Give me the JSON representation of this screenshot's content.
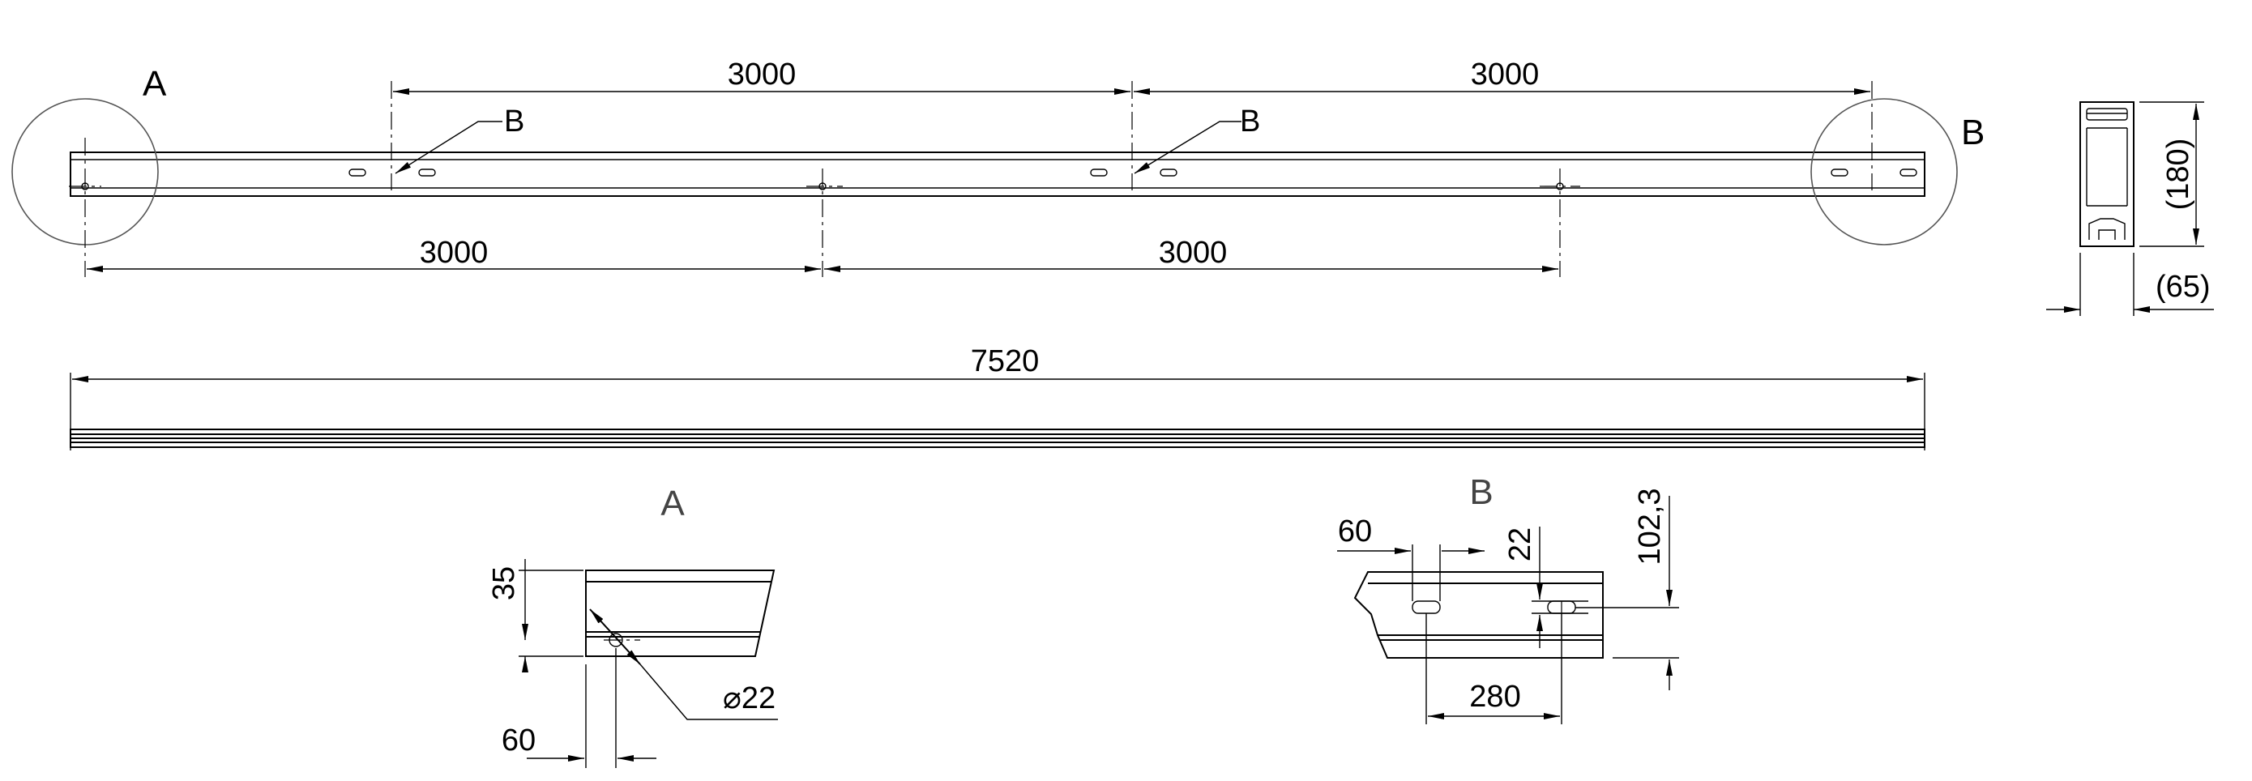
{
  "drawing": {
    "labels": {
      "detail_a_marker": "A",
      "detail_b_marker": "B",
      "callout_b1": "B",
      "callout_b2": "B",
      "detail_a_title": "A",
      "detail_b_title": "B"
    },
    "top_view": {
      "dim_upper_left": "3000",
      "dim_upper_right": "3000",
      "dim_lower_left": "3000",
      "dim_lower_right": "3000"
    },
    "side_view": {
      "dim_overall": "7520"
    },
    "section": {
      "dim_height": "(180)",
      "dim_width": "(65)"
    },
    "detail_a": {
      "dim_vertical": "35",
      "dim_horizontal": "60",
      "dim_diameter": "⌀22"
    },
    "detail_b": {
      "dim_slot_width": "60",
      "dim_slot_height": "22",
      "dim_height": "102,3",
      "dim_pitch": "280"
    }
  }
}
